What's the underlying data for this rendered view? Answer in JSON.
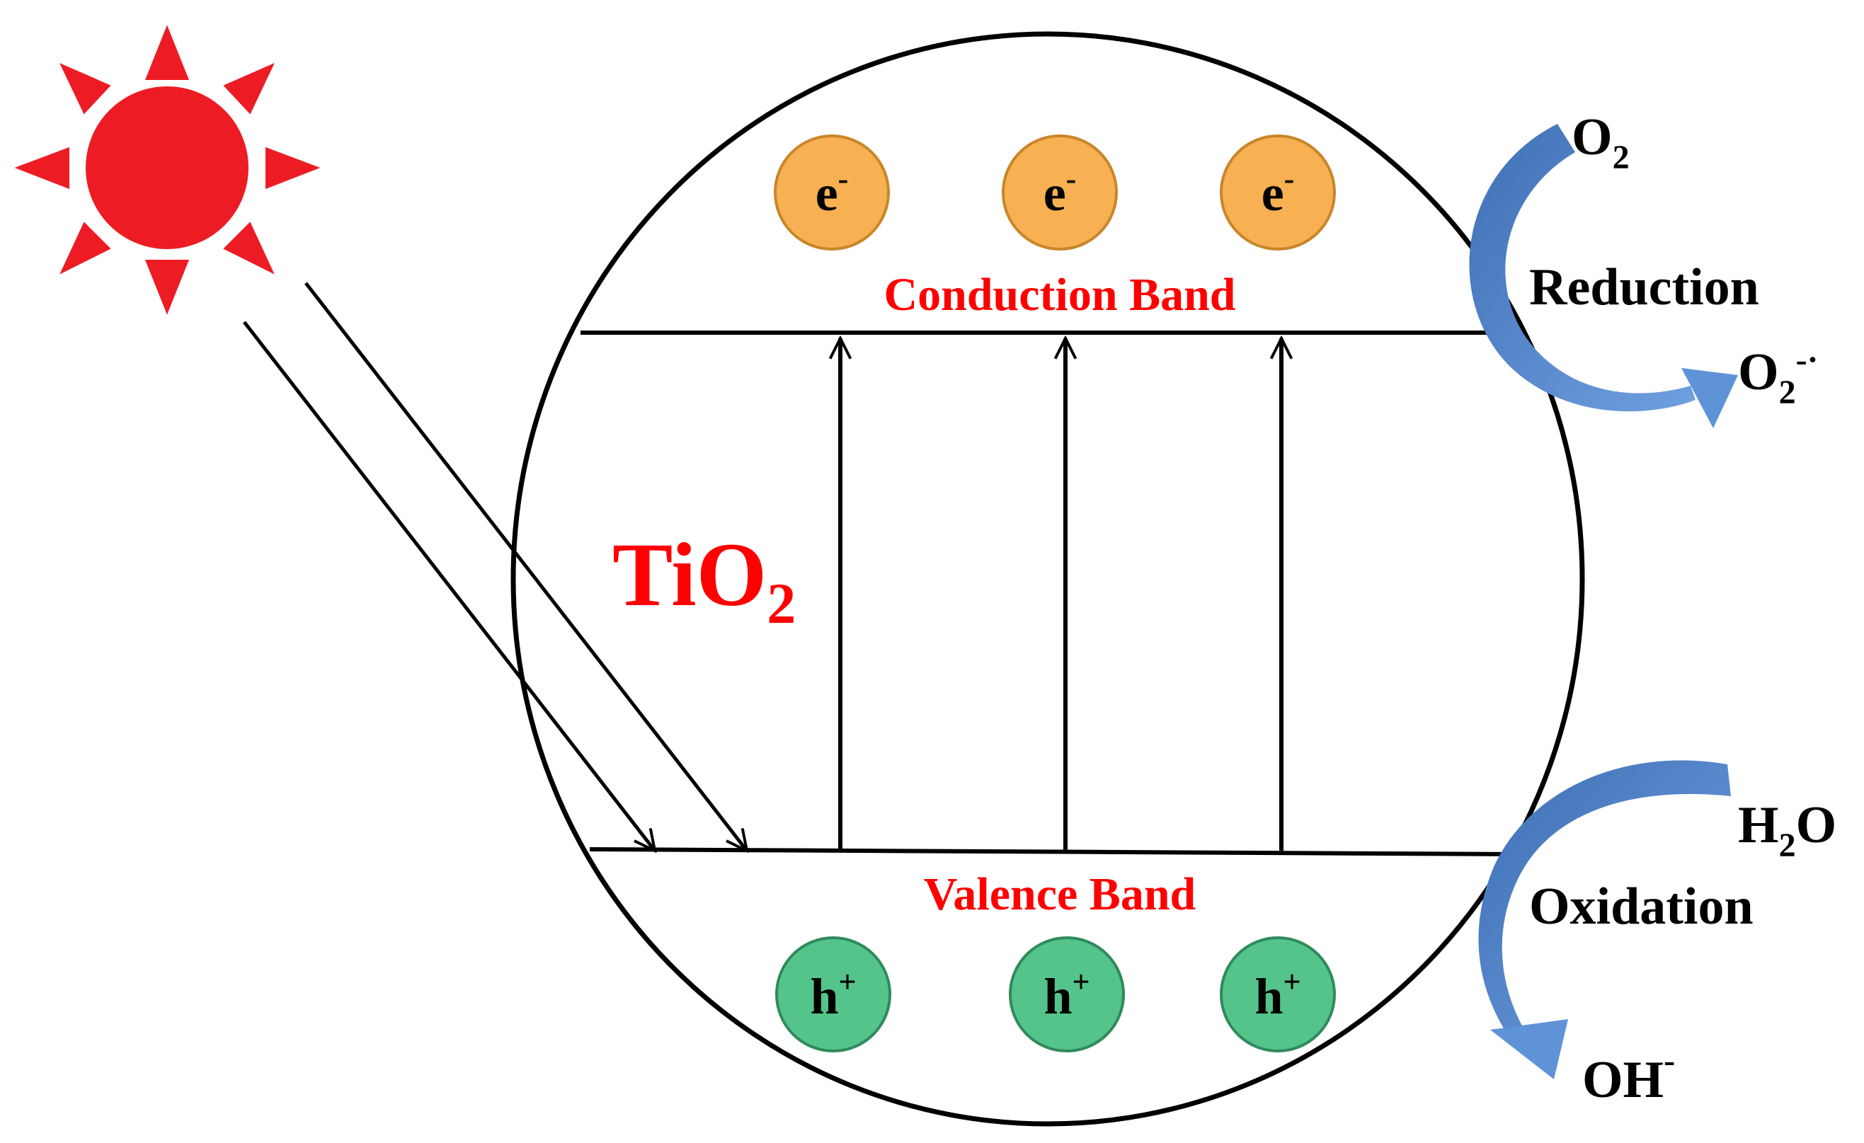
{
  "colors": {
    "sun": "#ed1c24",
    "label_red": "#ff0000",
    "electron_fill": "#f7b152",
    "electron_stroke": "#c8862a",
    "hole_fill": "#55c48a",
    "hole_stroke": "#2f8a5c",
    "curve_arrow": "#4a7fc9",
    "curve_arrow_light": "#6fa0e0",
    "line": "#000000"
  },
  "icons": {
    "sun": "sun-icon",
    "reduction_arrow": "curved-arrow-icon",
    "oxidation_arrow": "curved-arrow-icon"
  },
  "material": {
    "base": "TiO",
    "subscript": "2"
  },
  "bands": {
    "conduction": "Conduction Band",
    "valence": "Valence Band"
  },
  "electrons": [
    {
      "label": "e",
      "sup": "-"
    },
    {
      "label": "e",
      "sup": "-"
    },
    {
      "label": "e",
      "sup": "-"
    }
  ],
  "holes": [
    {
      "label": "h",
      "sup": "+"
    },
    {
      "label": "h",
      "sup": "+"
    },
    {
      "label": "h",
      "sup": "+"
    }
  ],
  "reduction": {
    "label": "Reduction",
    "reactant": {
      "base": "O",
      "sub": "2"
    },
    "product": {
      "base": "O",
      "sub": "2",
      "sup": "-·"
    }
  },
  "oxidation": {
    "label": "Oxidation",
    "reactant": {
      "pre": "H",
      "sub": "2",
      "post": "O"
    },
    "product": {
      "base": "OH",
      "sup": "-"
    }
  }
}
